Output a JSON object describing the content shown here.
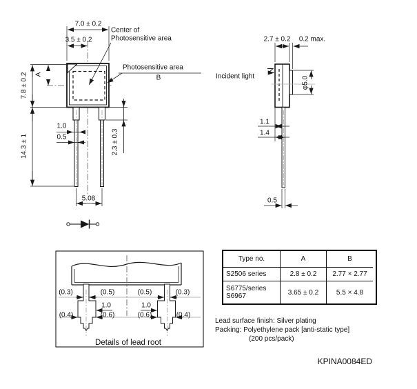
{
  "front_view": {
    "dim_width": "7.0 ± 0.2",
    "dim_half_width": "3.5 ± 0.2",
    "center_note_line1": "Center of",
    "center_note_line2": "Photosensitive area",
    "ps_area_label": "Photosensitive area",
    "ps_area_b": "B",
    "dim_a": "A",
    "dim_height": "7.8 ± 0.2",
    "dim_total_length": "14.3 ± 1",
    "dim_lead_wide": "1.0",
    "dim_lead_narrow": "0.5",
    "dim_shoulder": "2.3 ± 0.3",
    "dim_pitch": "5.08"
  },
  "side_view": {
    "dim_thickness": "2.7 ± 0.2",
    "dim_protrusion": "0.2 max.",
    "incident_label": "Incident light",
    "dim_window": "φ5.0",
    "dim_offset1": "1.1",
    "dim_offset2": "1.4",
    "dim_lead_thickness": "0.5"
  },
  "lead_root": {
    "caption": "Details of lead root",
    "top_dims": [
      "(0.3)",
      "(0.5)",
      "(0.5)",
      "(0.3)"
    ],
    "width_dims": [
      "1.0",
      "1.0"
    ],
    "bottom_dims": [
      "(0.4)",
      "(0.6)",
      "(0.6)",
      "(0.4)"
    ]
  },
  "spec_table": {
    "headers": [
      "Type no.",
      "A",
      "B"
    ],
    "rows": [
      {
        "type_no": "S2506 series",
        "a": "2.8 ± 0.2",
        "b": "2.77 × 2.77"
      },
      {
        "type_no": "S6775/series S6967",
        "a": "3.65 ± 0.2",
        "b": "5.5 × 4.8"
      }
    ]
  },
  "notes": {
    "line1": "Lead surface finish: Silver plating",
    "line2": "Packing: Polyethylene pack [anti-static type]",
    "line3": "(200 pcs/pack)"
  },
  "doc_number": "KPINA0084ED",
  "colors": {
    "line": "#1a1a1a",
    "centerline": "#555555",
    "detail_dim_line": "#b5b5b5",
    "bg": "#ffffff"
  }
}
